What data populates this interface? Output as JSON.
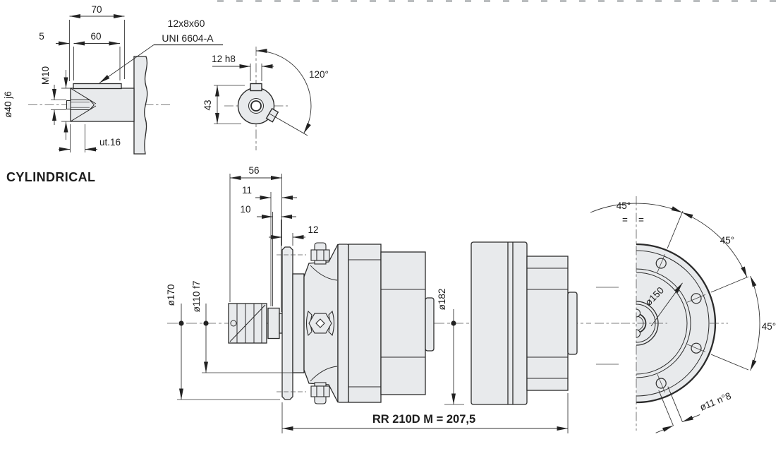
{
  "drawing": {
    "section_label": "CYLINDRICAL",
    "shaft_view": {
      "dim_total_length": "70",
      "dim_key_offset": "5",
      "dim_key_length": "60",
      "dim_thread": "M10",
      "dim_shaft_diameter": "ø40  j6",
      "dim_thread_depth": "ut.16",
      "key_size": "12x8x60",
      "key_standard": "UNI 6604-A"
    },
    "key_section_view": {
      "dim_key_width": "12 h8",
      "dim_height": "43",
      "dim_angle": "120°"
    },
    "side_view": {
      "dim_shaft_extension": "56",
      "dim_step_a": "11",
      "dim_step_b": "10",
      "dim_flange_thickness": "12",
      "dim_flange_diameter": "ø170",
      "dim_pilot_diameter": "ø110  f7",
      "dim_body_diameter": "ø182",
      "dim_total": "RR 210D M  =  207,5"
    },
    "rear_view": {
      "dim_angle_top": "45°",
      "dim_angle_upper_right": "45°",
      "dim_angle_right": "45°",
      "equal_mark_left": "=",
      "equal_mark_right": "=",
      "dim_bolt_circle": "ø150",
      "dim_bolt_holes": "ø11 n°8"
    }
  }
}
